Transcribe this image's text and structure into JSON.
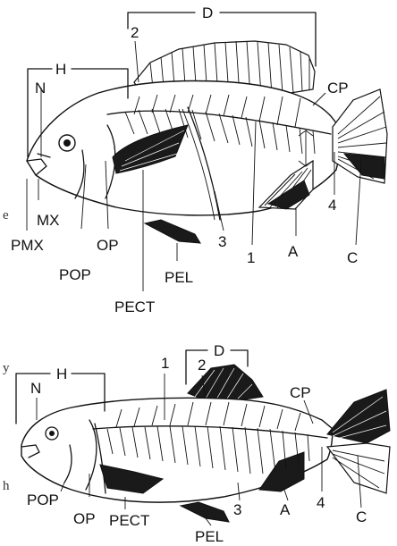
{
  "figure_top": {
    "labels": {
      "D": "D",
      "H": "H",
      "N": "N",
      "two": "2",
      "CP": "CP",
      "MX": "MX",
      "PMX": "PMX",
      "OP": "OP",
      "POP": "POP",
      "PECT": "PECT",
      "PEL": "PEL",
      "three": "3",
      "one": "1",
      "A": "A",
      "C": "C",
      "four": "4"
    }
  },
  "figure_bottom": {
    "labels": {
      "D": "D",
      "H": "H",
      "N": "N",
      "one": "1",
      "two": "2",
      "CP": "CP",
      "POP": "POP",
      "OP": "OP",
      "PECT": "PECT",
      "PEL": "PEL",
      "three": "3",
      "A": "A",
      "four": "4",
      "C": "C"
    }
  },
  "margin_fragments": {
    "top": "e",
    "bottom_a": "y",
    "bottom_b": "h"
  }
}
